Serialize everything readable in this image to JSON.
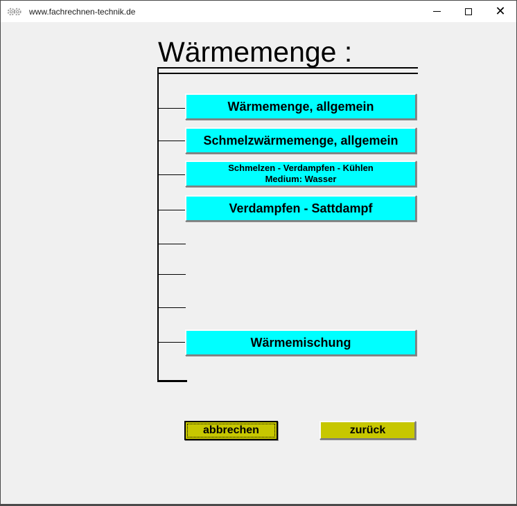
{
  "window": {
    "title": "www.fachrechnen-technik.de"
  },
  "page": {
    "heading": "Wärmemenge :"
  },
  "menu": {
    "items": [
      {
        "label": "Wärmemenge, allgemein"
      },
      {
        "label": "Schmelzwärmemenge, allgemein"
      },
      {
        "line1": "Schmelzen - Verdampfen - Kühlen",
        "line2": "Medium: Wasser"
      },
      {
        "label": "Verdampfen - Sattdampf"
      },
      {
        "label": "Wärmemischung"
      }
    ]
  },
  "footer": {
    "cancel_label": "abbrechen",
    "back_label": "zurück"
  },
  "icons": {
    "app": "gears-icon",
    "minimize": "minimize-icon",
    "maximize": "maximize-icon",
    "close": "close-icon"
  },
  "colors": {
    "menu_button_bg": "#00FFFF",
    "action_button_bg": "#C7C700",
    "client_bg": "#F0F0F0",
    "titlebar_bg": "#FFFFFF",
    "line_color": "#000000"
  }
}
